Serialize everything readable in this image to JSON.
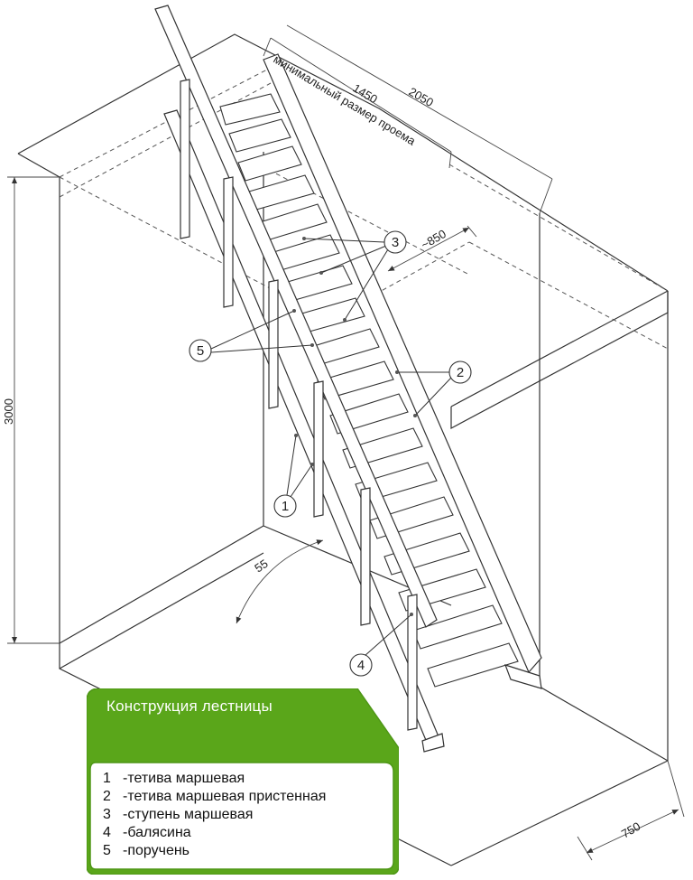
{
  "dimensions": {
    "opening_min": "1450",
    "opening_total": "2050",
    "opening_caption": "минимальный размер проема",
    "stair_width": "~850",
    "height": "3000",
    "angle": "55",
    "base_width": "750"
  },
  "callouts": {
    "c1": "1",
    "c2": "2",
    "c3": "3",
    "c4": "4",
    "c5": "5"
  },
  "legend": {
    "title": "Конструкция лестницы",
    "items": [
      {
        "num": "1",
        "text": "-тетива маршевая"
      },
      {
        "num": "2",
        "text": "-тетива маршевая пристенная"
      },
      {
        "num": "3",
        "text": "-ступень маршевая"
      },
      {
        "num": "4",
        "text": "-балясина"
      },
      {
        "num": "5",
        "text": "-поручень"
      }
    ]
  },
  "colors": {
    "legend_green": "#5aa61a",
    "legend_border": "#4e9616",
    "line": "#333333"
  }
}
